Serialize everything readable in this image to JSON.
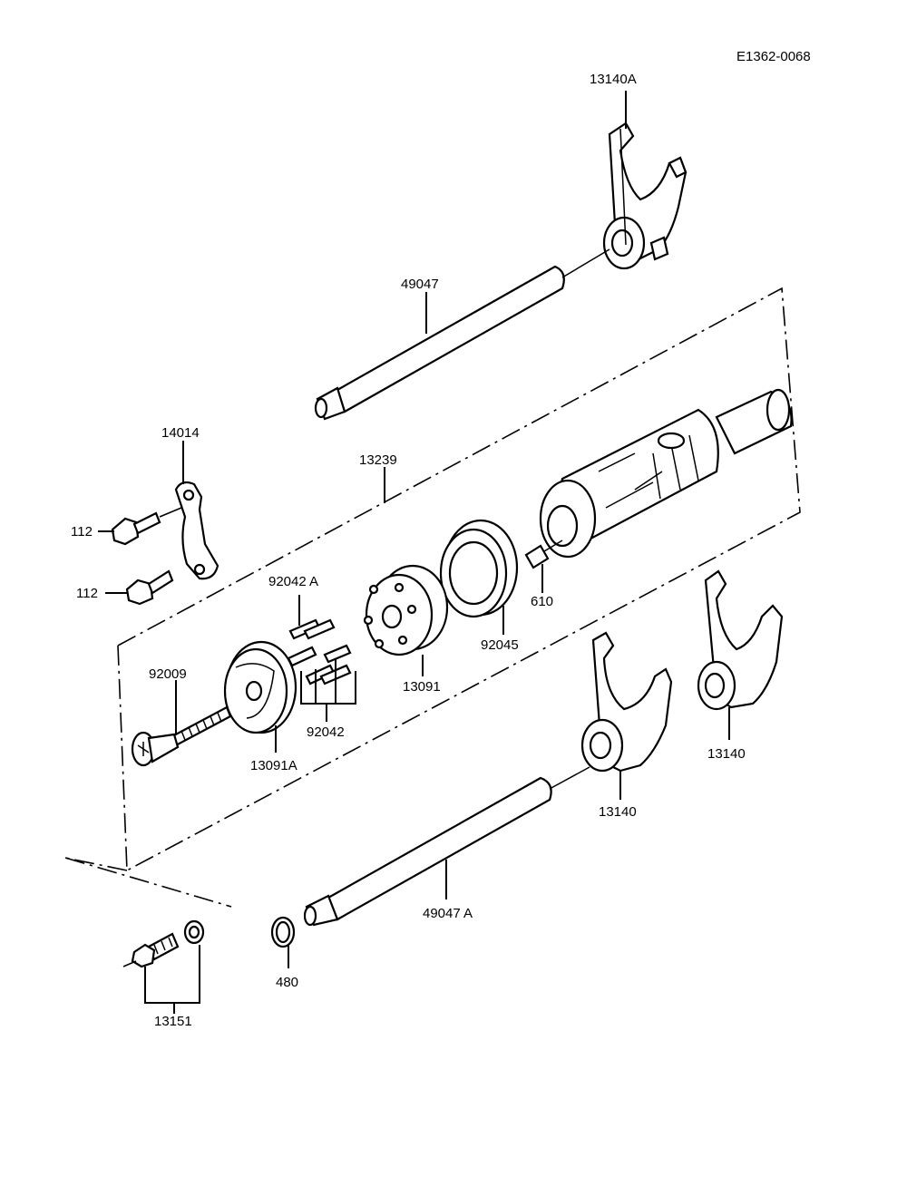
{
  "diagram_id": "E1362-0068",
  "labels": {
    "fork_a": "13140A",
    "shaft_upper": "49047",
    "plate": "14014",
    "drum": "13239",
    "bolt_upper": "112",
    "bolt_lower": "112",
    "pin_a": "92042 A",
    "screw": "92009",
    "pin_b": "92042",
    "cam_plate": "13091A",
    "cam": "13091",
    "bearing": "92045",
    "dowel": "610",
    "fork_right": "13140",
    "fork_middle": "13140",
    "shaft_lower": "49047 A",
    "circlip": "480",
    "switch": "13151"
  }
}
